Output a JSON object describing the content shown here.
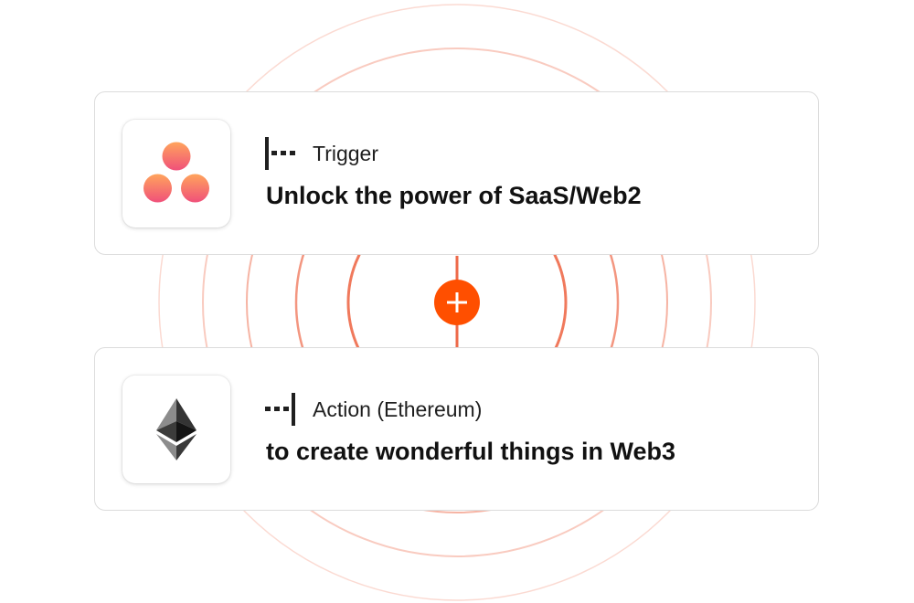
{
  "colors": {
    "accent": "#ff4f00",
    "ring": "#ee6a4a",
    "asana_gradient_top": "#ffa45c",
    "asana_gradient_bottom": "#f0507a",
    "text_primary": "#111111"
  },
  "trigger": {
    "step_label": "Trigger",
    "title": "Unlock the power of SaaS/Web2",
    "app_icon": "asana-icon",
    "step_icon": "trigger-step-icon"
  },
  "connector": {
    "button_icon": "plus-icon"
  },
  "action": {
    "step_label": "Action (Ethereum)",
    "title": "to create wonderful things in Web3",
    "app_icon": "ethereum-icon",
    "step_icon": "action-step-icon"
  }
}
